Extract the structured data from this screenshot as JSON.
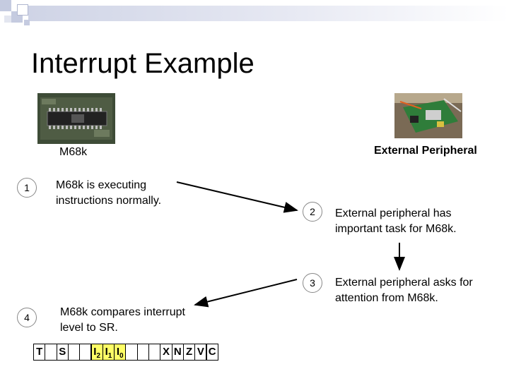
{
  "slide": {
    "title": "Interrupt Example",
    "left_caption": "M68k",
    "right_caption": "External Peripheral"
  },
  "steps": [
    {
      "number": "1",
      "text": "M68k is executing instructions normally."
    },
    {
      "number": "2",
      "text": "External peripheral has important task for M68k."
    },
    {
      "number": "3",
      "text": "External peripheral asks for attention from M68k."
    },
    {
      "number": "4",
      "text": "M68k compares interrupt level to SR."
    }
  ],
  "register": {
    "cells": [
      "T",
      "",
      "S",
      "",
      "",
      "I2",
      "I1",
      "I0",
      "",
      "",
      "",
      "X",
      "N",
      "Z",
      "V",
      "C"
    ],
    "highlighted": [
      "I2",
      "I1",
      "I0"
    ],
    "highlight_color": "#ffff66"
  }
}
